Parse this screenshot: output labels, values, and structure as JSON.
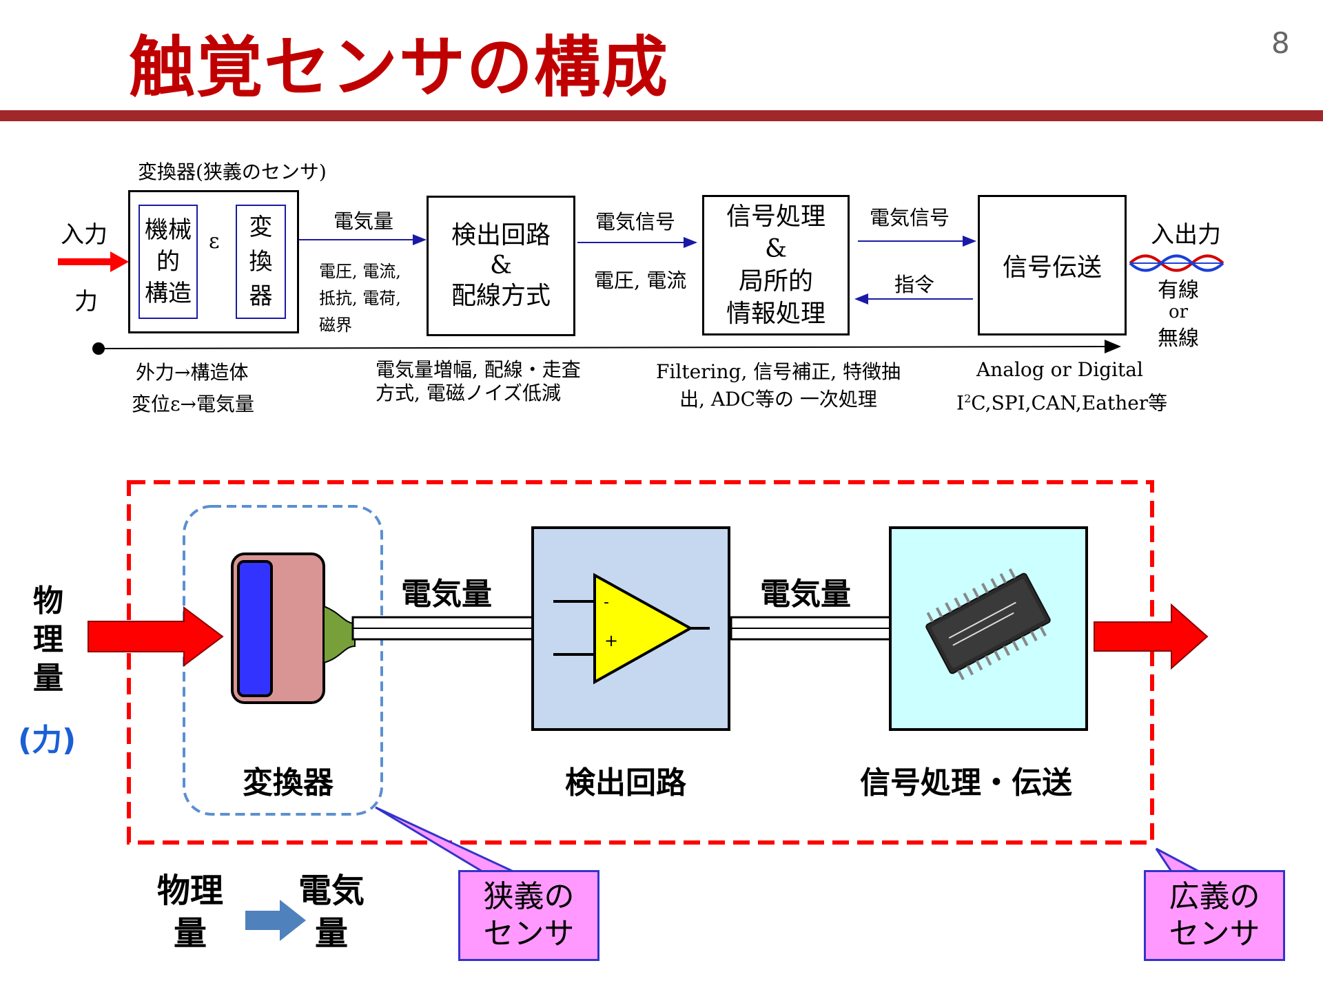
{
  "slide": {
    "title": "触覚センサの構成",
    "page_number": "8"
  },
  "top_diagram": {
    "transducer_caption": "変換器(狭義のセンサ)",
    "input_label_top": "入力",
    "input_label_bottom": "力",
    "mech_structure": [
      "機械",
      "的",
      "構造"
    ],
    "epsilon": "ε",
    "converter": [
      "変",
      "換",
      "器"
    ],
    "electric_quantity": "電気量",
    "electric_examples": [
      "電圧, 電流,",
      "抵抗, 電荷,",
      "磁界"
    ],
    "detection_box": [
      "検出回路",
      "&",
      "配線方式"
    ],
    "electric_signal_1": "電気信号",
    "voltage_current": "電圧, 電流",
    "processing_box": [
      "信号処理",
      "&",
      "局所的",
      "情報処理"
    ],
    "electric_signal_2": "電気信号",
    "command": "指令",
    "transmission_box": "信号伝送",
    "io_label": "入出力",
    "wired": "有線",
    "or": "or",
    "wireless": "無線",
    "note_transducer": [
      "外力→構造体",
      "変位ε→電気量"
    ],
    "note_detection": [
      "電気量増幅, 配線・走査",
      "方式, 電磁ノイズ低減"
    ],
    "note_processing": [
      "Filtering, 信号補正, 特徴抽",
      "出, ADC等の 一次処理"
    ],
    "note_transmission_1": "Analog or Digital",
    "note_transmission_2_pre": "I",
    "note_transmission_2_sup": "2",
    "note_transmission_2_post": "C,SPI,CAN,Eather等"
  },
  "bottom_diagram": {
    "physical_quantity": [
      "物",
      "理",
      "量"
    ],
    "force": "(力)",
    "electric_quantity_1": "電気量",
    "electric_quantity_2": "電気量",
    "transducer": "変換器",
    "detection_circuit": "検出回路",
    "processing_transmission": "信号処理・伝送",
    "opamp_minus": "-",
    "opamp_plus": "+",
    "legend_from": [
      "物理",
      "量"
    ],
    "legend_to": [
      "電気",
      "量"
    ],
    "narrow_sensor": [
      "狭義の",
      "センサ"
    ],
    "broad_sensor": [
      "広義の",
      "センサ"
    ]
  },
  "colors": {
    "title": "#c00000",
    "rule": "#a1282a",
    "arrow_red": "#ff0000",
    "dash_red": "#ff0000",
    "dash_blue": "#5b8fd0",
    "blue_text": "#1a5fd6",
    "opamp_bg": "#c6d8f0",
    "chip_bg": "#ccffff",
    "opamp_fill": "#ffff00",
    "transducer_body": "#d99594",
    "transducer_plate": "#3333ff",
    "callout_bg": "#ff99ff",
    "legend_arrow": "#4f81bd"
  }
}
